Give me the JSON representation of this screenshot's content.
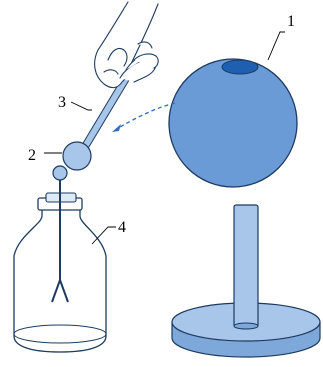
{
  "labels": {
    "sphere": "1",
    "small_ball": "2",
    "insulating_rod": "3",
    "electroscope": "4"
  },
  "colors": {
    "sphere": "#6a9bd6",
    "sphere_opening": "#1f5fb0",
    "stand": "#a8c6ea",
    "stand_dark": "#7fa8da",
    "glass": "#dfeaf7",
    "outline": "#1d3b60",
    "dashed": "#2f6fc0"
  }
}
